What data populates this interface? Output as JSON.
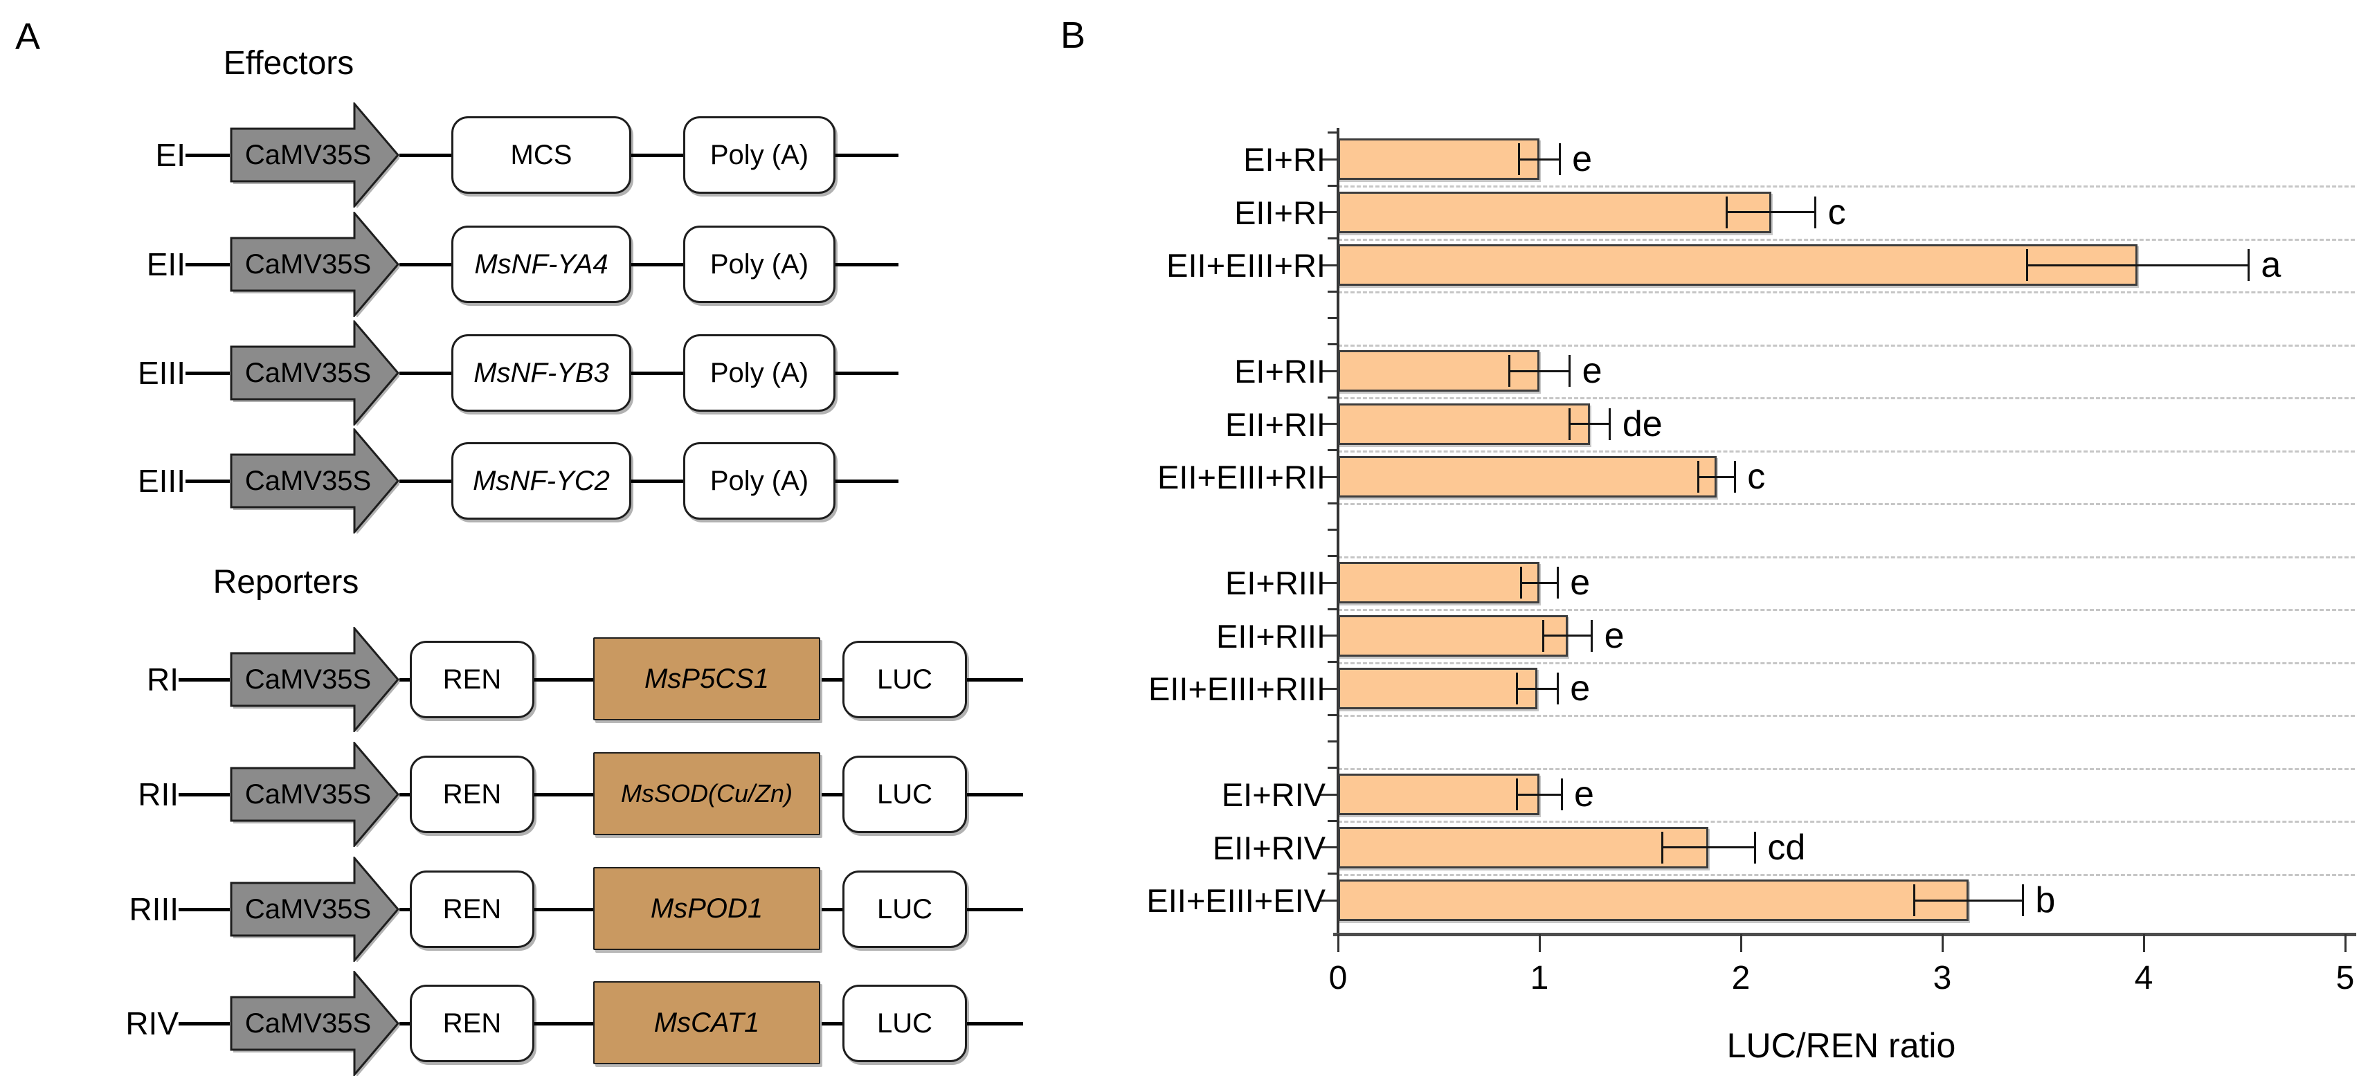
{
  "panel_a": {
    "label": "A",
    "effectors": {
      "title": "Effectors",
      "rows": [
        {
          "name": "EI",
          "promoter": "CaMV35S",
          "gene": "MCS",
          "gene_italic": false,
          "terminator": "Poly (A)"
        },
        {
          "name": "EII",
          "promoter": "CaMV35S",
          "gene": "MsNF-YA4",
          "gene_italic": true,
          "terminator": "Poly (A)"
        },
        {
          "name": "EIII",
          "promoter": "CaMV35S",
          "gene": "MsNF-YB3",
          "gene_italic": true,
          "terminator": "Poly (A)"
        },
        {
          "name": "EIII",
          "promoter": "CaMV35S",
          "gene": "MsNF-YC2",
          "gene_italic": true,
          "terminator": "Poly (A)"
        }
      ]
    },
    "reporters": {
      "title": "Reporters",
      "rows": [
        {
          "name": "RI",
          "promoter": "CaMV35S",
          "ren_label": "REN",
          "gene": "MsP5CS1",
          "luc_label": "LUC"
        },
        {
          "name": "RII",
          "promoter": "CaMV35S",
          "ren_label": "REN",
          "gene": "MsSOD(Cu/Zn)",
          "luc_label": "LUC"
        },
        {
          "name": "RIII",
          "promoter": "CaMV35S",
          "ren_label": "REN",
          "gene": "MsPOD1",
          "luc_label": "LUC"
        },
        {
          "name": "RIV",
          "promoter": "CaMV35S",
          "ren_label": "REN",
          "gene": "MsCAT1",
          "luc_label": "LUC"
        }
      ]
    },
    "colors": {
      "arrow_fill": "#8B8B8B",
      "arrow_stroke": "#1e1e1e",
      "gene_box_fill": "#C99961",
      "white_box_fill": "#FFFFFF",
      "line": "#000000"
    }
  },
  "panel_b": {
    "label": "B"
  },
  "chart_data": {
    "type": "bar",
    "orientation": "horizontal",
    "title": "",
    "xlabel": "LUC/REN ratio",
    "ylabel": "",
    "xlim": [
      0,
      5
    ],
    "xticks": [
      0,
      1,
      2,
      3,
      4,
      5
    ],
    "grid": {
      "style": "dashed-horizontal",
      "color": "#c6c6c6",
      "legend": "none"
    },
    "bar_style": {
      "fill": "#FDC894",
      "stroke": "#3d3d3d"
    },
    "categories": [
      "EI+RI",
      "EII+RI",
      "EII+EIII+RI",
      "EI+RII",
      "EII+RII",
      "EII+EIII+RII",
      "EI+RIII",
      "EII+RIII",
      "EII+EIII+RIII",
      "EI+RIV",
      "EII+RIV",
      "EII+EIII+EIV"
    ],
    "values": [
      1.0,
      2.15,
      3.97,
      1.0,
      1.25,
      1.88,
      1.0,
      1.14,
      0.99,
      1.0,
      1.84,
      3.13
    ],
    "errors": [
      0.1,
      0.22,
      0.55,
      0.15,
      0.1,
      0.09,
      0.09,
      0.12,
      0.1,
      0.11,
      0.23,
      0.27
    ],
    "sig_letters": [
      "e",
      "c",
      "a",
      "e",
      "de",
      "c",
      "e",
      "e",
      "e",
      "e",
      "cd",
      "b"
    ],
    "groups": [
      [
        0,
        1,
        2
      ],
      [
        3,
        4,
        5
      ],
      [
        6,
        7,
        8
      ],
      [
        9,
        10,
        11
      ]
    ]
  }
}
